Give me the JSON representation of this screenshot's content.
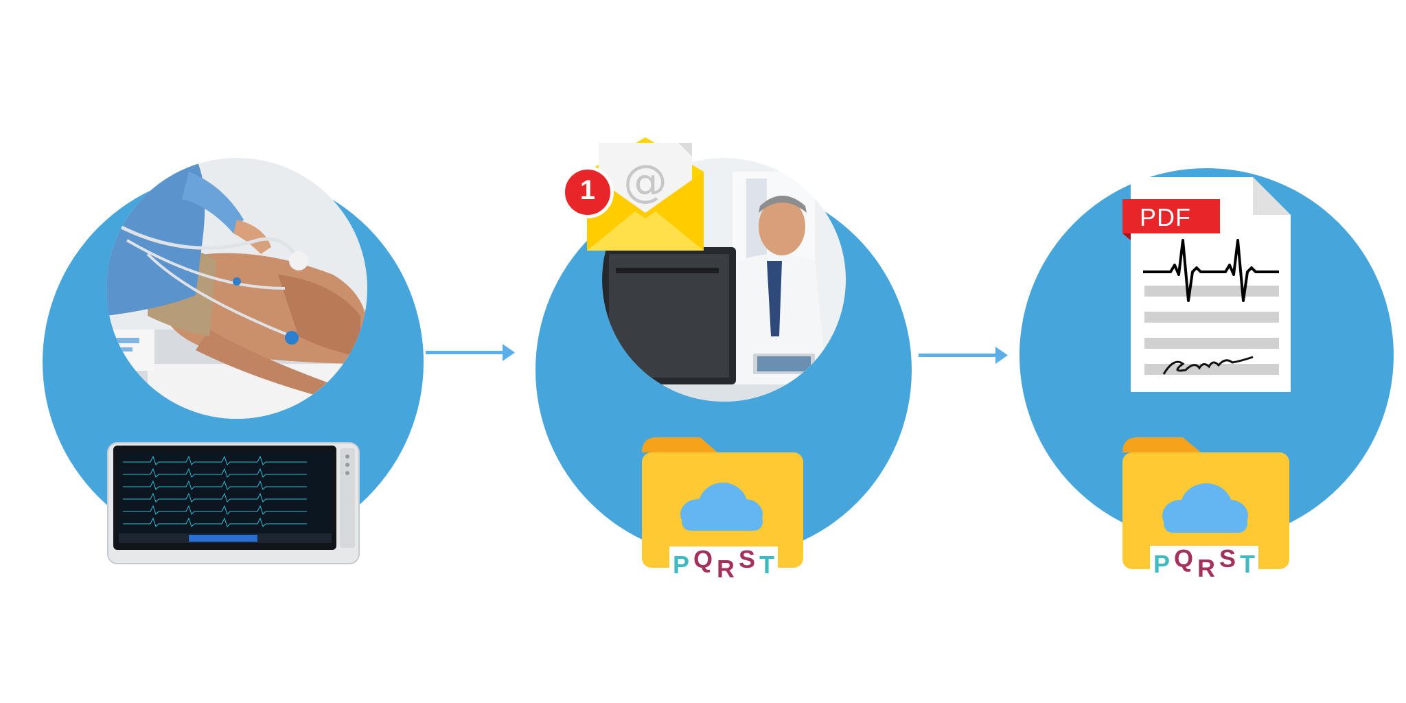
{
  "steps": [
    {
      "id": "record",
      "photo": "ecg-recording-photo",
      "device": "ecg-tablet-device"
    },
    {
      "id": "review",
      "photo": "doctor-at-computer-photo",
      "notification_count": "1",
      "folder_letters": [
        "P",
        "Q",
        "R",
        "S",
        "T"
      ]
    },
    {
      "id": "report",
      "pdf_label": "PDF",
      "folder_letters": [
        "P",
        "Q",
        "R",
        "S",
        "T"
      ]
    }
  ],
  "colors": {
    "circle": "#46a6dc",
    "arrow": "#5aaeea",
    "folder": "#ffc933",
    "folder_tab": "#f7a21b",
    "cloud": "#63b6f2",
    "pdf_red": "#e8262a",
    "envelope": "#ffd400",
    "badge": "#e8262a",
    "letter_teal": "#3fb9c2",
    "letter_maroon": "#a3325a",
    "letter_grey": "#8c8c8c"
  }
}
